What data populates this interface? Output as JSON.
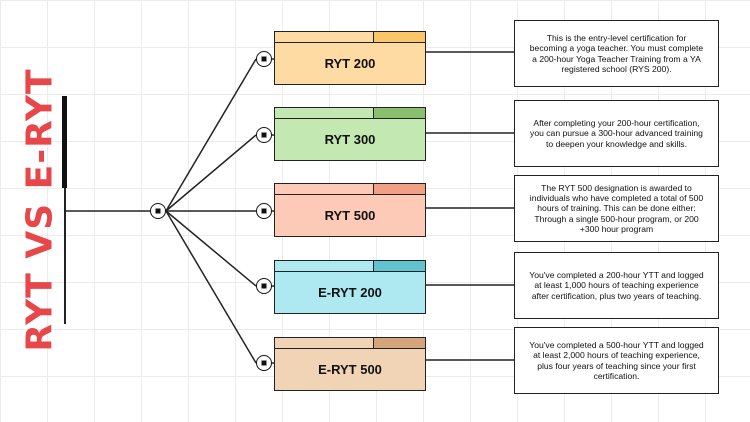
{
  "title": "RYT VS E-RYT",
  "colors": {
    "title": "#e8474a",
    "line": "#222222"
  },
  "items": [
    {
      "label": "RYT 200",
      "fill": "#fddba3",
      "accent": "#fbc667",
      "description": "This is the entry-level certification for becoming a yoga teacher. You must complete a 200-hour Yoga Teacher Training  from a YA registered school (RYS 200)."
    },
    {
      "label": "RYT 300",
      "fill": "#c4e8b1",
      "accent": "#8bbf70",
      "description": "After completing your 200-hour certification, you can pursue a 300-hour advanced training to deepen your knowledge and skills."
    },
    {
      "label": "RYT 500",
      "fill": "#fdcab8",
      "accent": "#f2a083",
      "description": "The RYT 500 designation is awarded to individuals who have completed a total of 500 hours of training. This can be done either: Through a single 500-hour program, or 200 +300 hour program"
    },
    {
      "label": "E-RYT 200",
      "fill": "#aee8f0",
      "accent": "#60c3cf",
      "description": "You've completed a 200-hour YTT and logged at least 1,000 hours of teaching experience after certification, plus two years of teaching."
    },
    {
      "label": "E-RYT 500",
      "fill": "#f1d4b6",
      "accent": "#d4a57c",
      "description": "You've completed a 500-hour YTT and logged at least 2,000 hours of teaching experience, plus four years of teaching since your first certification."
    }
  ]
}
